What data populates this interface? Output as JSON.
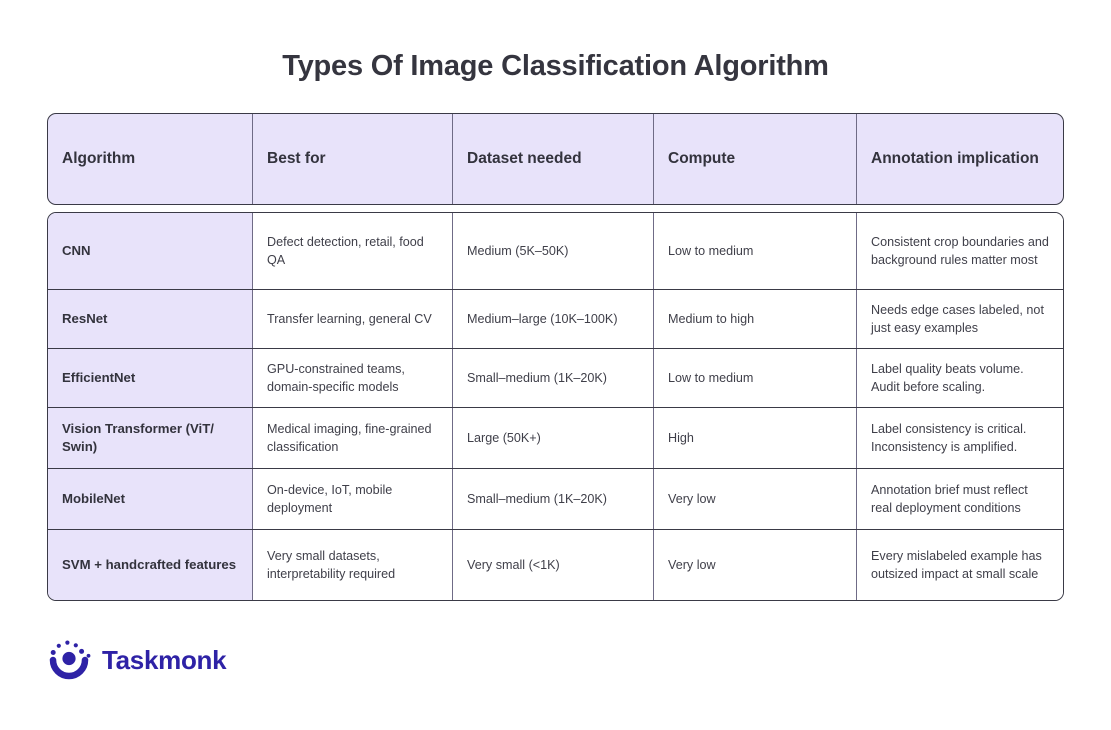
{
  "page_title": "Types Of Image Classification Algorithm",
  "colors": {
    "header_bg": "#e8e3fa",
    "first_col_bg": "#e8e3fa",
    "border": "#3a3a46",
    "divider": "#6f6b86",
    "brand": "#2e22a6",
    "text": "#33333d"
  },
  "table": {
    "headers": [
      "Algorithm",
      "Best for",
      "Dataset needed",
      "Compute",
      "Annotation implication"
    ],
    "rows": [
      {
        "algorithm": "CNN",
        "best_for": "Defect detection, retail, food QA",
        "dataset_needed": "Medium (5K–50K)",
        "compute": "Low to medium",
        "annotation_implication": "Consistent crop boundaries and background rules matter most"
      },
      {
        "algorithm": "ResNet",
        "best_for": "Transfer learning, general CV",
        "dataset_needed": "Medium–large (10K–100K)",
        "compute": "Medium to high",
        "annotation_implication": "Needs edge cases labeled, not just easy examples"
      },
      {
        "algorithm": "EfficientNet",
        "best_for": "GPU-constrained teams, domain-specific models",
        "dataset_needed": "Small–medium (1K–20K)",
        "compute": "Low to medium",
        "annotation_implication": "Label quality beats volume. Audit before scaling."
      },
      {
        "algorithm": "Vision Transformer (ViT/ Swin)",
        "best_for": "Medical imaging, fine-grained classification",
        "dataset_needed": "Large (50K+)",
        "compute": "High",
        "annotation_implication": "Label consistency is critical. Inconsistency is amplified."
      },
      {
        "algorithm": "MobileNet",
        "best_for": "On-device, IoT, mobile deployment",
        "dataset_needed": "Small–medium (1K–20K)",
        "compute": "Very low",
        "annotation_implication": "Annotation brief must reflect real deployment conditions"
      },
      {
        "algorithm": "SVM + handcrafted features",
        "best_for": "Very small datasets, interpretability required",
        "dataset_needed": "Very small (<1K)",
        "compute": "Very low",
        "annotation_implication": "Every mislabeled example has outsized impact at small scale"
      }
    ]
  },
  "logo": {
    "icon": "taskmonk-smile-icon",
    "text": "Taskmonk"
  }
}
